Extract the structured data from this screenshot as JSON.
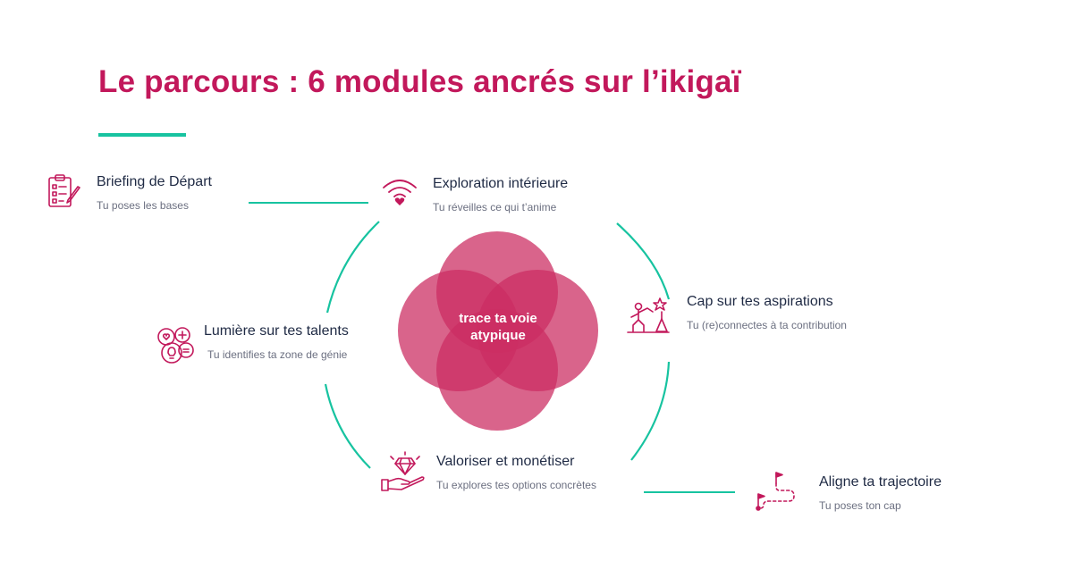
{
  "title": "Le parcours : 6 modules ancrés sur l’ikigaï",
  "center": {
    "line1": "trace ta voie",
    "line2": "atypique"
  },
  "modules": [
    {
      "title": "Briefing de Départ",
      "subtitle": "Tu poses les bases",
      "icon": "clipboard-checklist-icon"
    },
    {
      "title": "Exploration intérieure",
      "subtitle": "Tu réveilles ce qui t’anime",
      "icon": "heart-signal-icon"
    },
    {
      "title": "Cap sur tes aspirations",
      "subtitle": "Tu (re)connectes à ta contribution",
      "icon": "climber-star-icon"
    },
    {
      "title": "Lumière sur tes talents",
      "subtitle": "Tu identifies ta zone de génie",
      "icon": "lightbulb-talents-icon"
    },
    {
      "title": "Valoriser et monétiser",
      "subtitle": "Tu explores tes options concrètes",
      "icon": "diamond-hand-icon"
    },
    {
      "title": "Aligne ta trajectoire",
      "subtitle": "Tu poses ton cap",
      "icon": "path-flags-icon"
    }
  ],
  "colors": {
    "brand": "#c2185b",
    "accent": "#17c3a0",
    "petal": "#d15a80",
    "text": "#1f2a44",
    "muted": "#6b6f80"
  }
}
